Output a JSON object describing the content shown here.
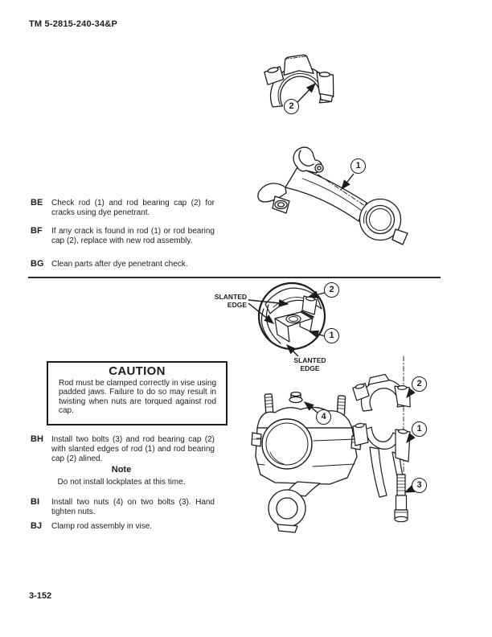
{
  "header": {
    "tm_number": "TM 5-2815-240-34&P"
  },
  "footer": {
    "page_number": "3-152"
  },
  "steps": [
    {
      "label": "BE",
      "text": "Check rod (1) and rod bearing cap (2) for cracks using dye penetrant."
    },
    {
      "label": "BF",
      "text": "If any crack is found in rod (1) or rod bearing cap (2), replace with new rod assembly."
    },
    {
      "label": "BG",
      "text": "Clean parts after dye penetrant check."
    },
    {
      "label": "BH",
      "text": "Install two bolts (3) and rod bearing cap (2) with slanted edges of rod (1) and rod bearing cap (2) alined."
    },
    {
      "label": "BI",
      "text": "Install two nuts (4) on two bolts (3). Hand tighten nuts."
    },
    {
      "label": "BJ",
      "text": "Clamp rod assembly in vise."
    }
  ],
  "caution": {
    "title": "CAUTION",
    "body": "Rod must be clamped correctly in vise using padded jaws. Failure to do so may result in twisting when nuts are torqued against rod cap."
  },
  "note": {
    "title": "Note",
    "body": "Do not install lockplates at this time."
  },
  "figure_labels": {
    "slanted_edge_top": "SLANTED EDGE",
    "slanted_edge_bottom": "SLANTED EDGE"
  },
  "callouts": {
    "cap_top": "2",
    "rod_main": "1",
    "detail_cap": "2",
    "detail_rod": "1",
    "nut": "4",
    "exploded_cap": "2",
    "exploded_rod": "1",
    "exploded_bolt": "3"
  },
  "colors": {
    "ink": "#1c1c1c",
    "paper": "#ffffff"
  }
}
